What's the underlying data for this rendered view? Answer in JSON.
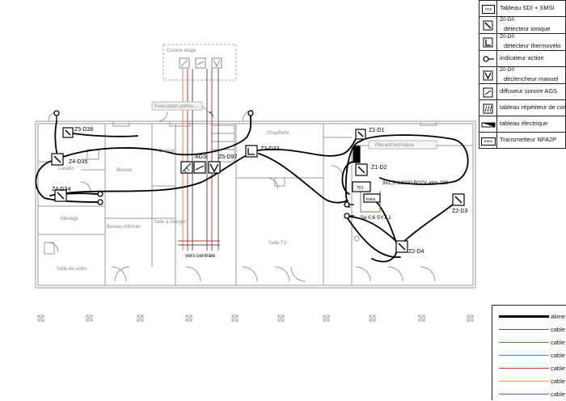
{
  "plan": {
    "rooms": {
      "cuisine_etage": "Cuisine étage",
      "cuisine": "Cuisine",
      "bureau": "Bureau",
      "chaufferie": "Chaufferie",
      "lavabo": "Lavabo",
      "menage": "Ménage",
      "bureau_infirmier": "Bureau infirmier",
      "salle_a_manger": "Salle à manger",
      "salle_tv": "Salle TV",
      "salle_de_soins": "Salle de soins",
      "placard_technique": "Placard technique",
      "evacuation": "Evacuation portes ..."
    },
    "devices": {
      "z5_d36": "Z5-D36",
      "z4_d35": "Z4-D35",
      "z4_d34": "Z4-D34",
      "ags": "AGS",
      "z6_d97": "Z6-D97",
      "z3_d33": "Z3-D33",
      "z1_d1": "Z1-D1",
      "z1_d2": "Z1-D2",
      "tdi": "TDI",
      "trans": "trans",
      "z2_d3": "Z2-D3",
      "z2_d4": "Z2-D4"
    },
    "notes": {
      "cable_alim": "3x1,5 U1000 R02V alim 220",
      "cable_syt": "5p 0,6 SYT 1",
      "gaine": "vers centrale"
    }
  },
  "legend": {
    "items": [
      {
        "code": "TDS",
        "text": "Tableau SDI + SMSI"
      },
      {
        "code": "Z0-D0",
        "text": "détecteur ionique"
      },
      {
        "code": "Z0-D0",
        "text": "détecteur thermovélo"
      },
      {
        "code": "",
        "text": "indicateur action"
      },
      {
        "code": "Z0-D0",
        "text": "déclencheur manuel"
      },
      {
        "code": "",
        "text": "diffuseur sonore AGS"
      },
      {
        "code": "",
        "text": "tableau répétiteur de confo"
      },
      {
        "code": "",
        "text": "tableau électrique"
      },
      {
        "code": "trans",
        "text": "Transmetteur NFA2P"
      }
    ]
  },
  "cable_legend": {
    "items": [
      {
        "text": "alime",
        "color": "#000000",
        "weight": 2.5
      },
      {
        "text": "cable",
        "color": "#555555",
        "weight": 1
      },
      {
        "text": "cable",
        "color": "#4a9a3a",
        "weight": 1
      },
      {
        "text": "cable",
        "color": "#3a8fc8",
        "weight": 1
      },
      {
        "text": "cable",
        "color": "#c0392b",
        "weight": 1
      },
      {
        "text": "cable",
        "color": "#e0a040",
        "weight": 1
      },
      {
        "text": "cable",
        "color": "#8e44ad",
        "weight": 1
      }
    ]
  },
  "colors": {
    "wall": "#9a9a9a",
    "wire": "#000000",
    "riser_red": "#c0392b",
    "riser_orange": "#e0a040",
    "green": "#4a9a3a"
  }
}
